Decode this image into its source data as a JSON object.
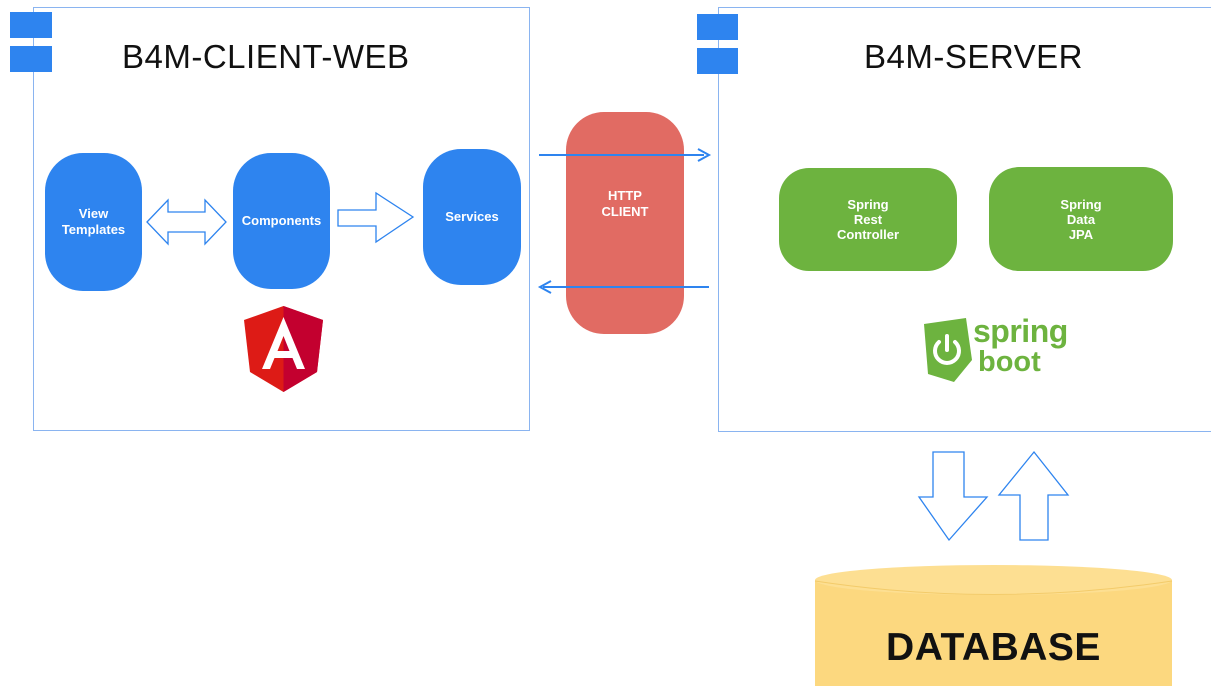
{
  "client": {
    "title": "B4M-CLIENT-WEB",
    "view_templates": "View\nTemplates",
    "components": "Components",
    "services": "Services"
  },
  "http_client": {
    "label": "HTTP\nCLIENT"
  },
  "server": {
    "title": "B4M-SERVER",
    "spring_rest": "Spring\nRest\nController",
    "spring_data": "Spring\nData\nJPA",
    "logo_word_1": "spring",
    "logo_word_2": "boot"
  },
  "database": {
    "label": "DATABASE"
  },
  "colors": {
    "blue": "#2e84ef",
    "red": "#e16b63",
    "green": "#6db33f",
    "db": "#fcd87f",
    "angular": "#dd1b16"
  },
  "icons": [
    "component-icon",
    "angular-logo",
    "spring-boot-logo",
    "database-cylinder"
  ]
}
